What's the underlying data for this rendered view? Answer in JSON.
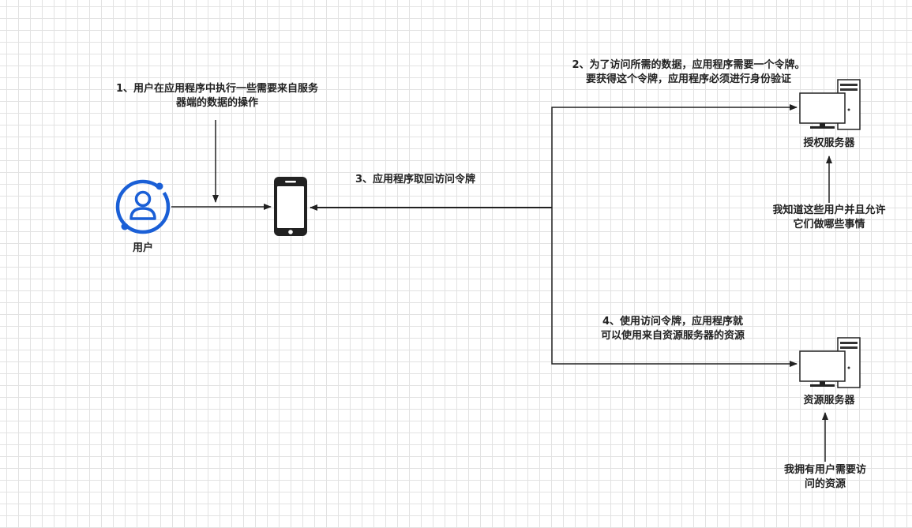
{
  "nodes": {
    "user": {
      "label": "用户"
    },
    "auth_server": {
      "label": "授权服务器"
    },
    "resource_server": {
      "label": "资源服务器"
    }
  },
  "steps": {
    "step1": {
      "lines": [
        "1、用户在应用程序中执行一些需要来自服务",
        "器端的数据的操作"
      ]
    },
    "step2": {
      "lines": [
        "2、为了访问所需的数据，应用程序需要一个令牌。",
        "要获得这个令牌，应用程序必须进行身份验证"
      ]
    },
    "step3": {
      "lines": [
        "3、应用程序取回访问令牌"
      ]
    },
    "step4": {
      "lines": [
        "4、使用访问令牌，应用程序就",
        "可以使用来自资源服务器的资源"
      ]
    }
  },
  "notes": {
    "auth_note": {
      "lines": [
        "我知道这些用户并且允许",
        "它们做哪些事情"
      ]
    },
    "resource_note": {
      "lines": [
        "我拥有用户需要访",
        "问的资源"
      ]
    }
  },
  "colors": {
    "user_icon": "#1a5fd6",
    "arrow": "#222222",
    "grid": "#e2e2e2"
  }
}
